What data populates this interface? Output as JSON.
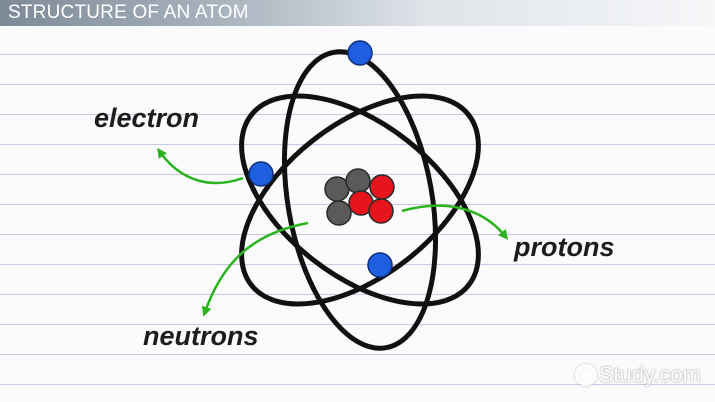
{
  "header": {
    "title": "STRUCTURE OF AN ATOM"
  },
  "labels": {
    "electron": "electron",
    "protons": "protons",
    "neutrons": "neutrons"
  },
  "watermark": {
    "text": "Study.com",
    "icon": "play-circle-icon"
  },
  "colors": {
    "electron": "#1e5fe0",
    "proton": "#e6141c",
    "neutron": "#5a5a5a",
    "arrow": "#2ab31e",
    "orbit": "#111111"
  }
}
